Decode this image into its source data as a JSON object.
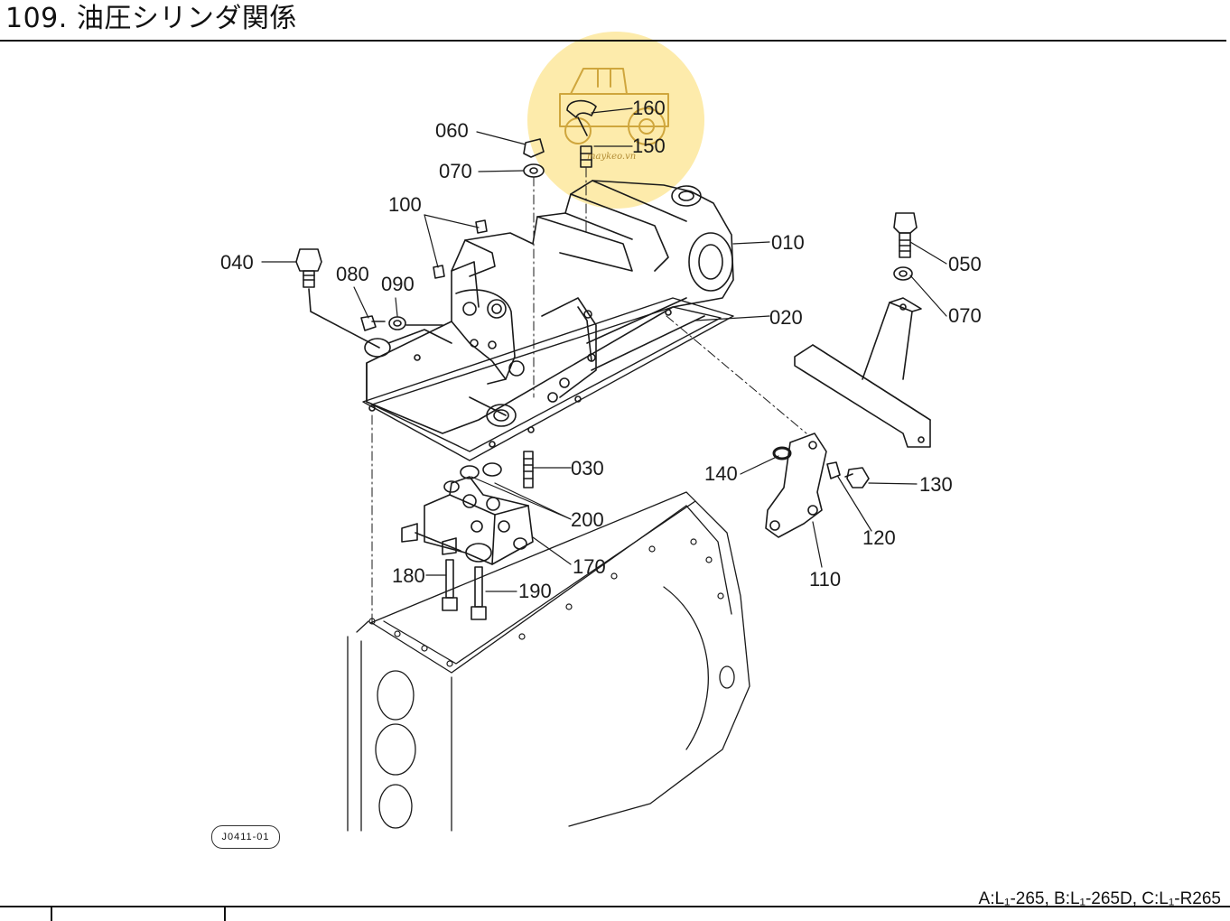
{
  "header": {
    "title": "109. 油圧シリンダ関係"
  },
  "callouts": {
    "p010": "010",
    "p020": "020",
    "p030": "030",
    "p040": "040",
    "p050": "050",
    "p060": "060",
    "p070a": "070",
    "p070b": "070",
    "p080": "080",
    "p090": "090",
    "p100": "100",
    "p110": "110",
    "p120": "120",
    "p130": "130",
    "p140": "140",
    "p150": "150",
    "p160": "160",
    "p170": "170",
    "p180": "180",
    "p190": "190",
    "p200": "200"
  },
  "drawing_code": "J0411-01",
  "footer": {
    "models": "A:L₁-265,  B:L₁-265D,  C:L₁-R265"
  },
  "watermark": {
    "text": "maykeo.vn",
    "color": "#f7d56a",
    "icon": "tractor-icon"
  }
}
